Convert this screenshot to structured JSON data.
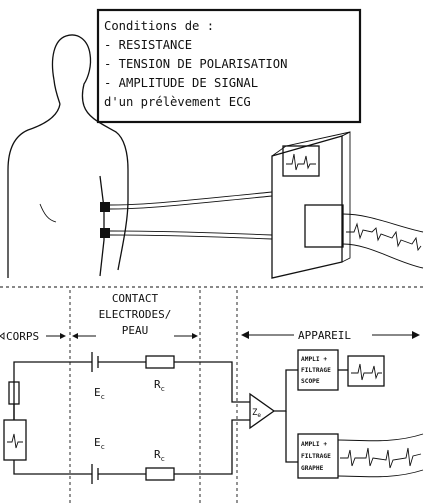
{
  "conditions_box": {
    "lines": [
      "Conditions de :",
      "- RESISTANCE",
      "- TENSION DE POLARISATION",
      "- AMPLITUDE DE SIGNAL",
      "d'un prélèvement ECG"
    ]
  },
  "schematic": {
    "corps_label": "CORPS",
    "contact_label": [
      "CONTACT",
      "ELECTRODES/",
      "PEAU"
    ],
    "appareil_label": "APPAREIL",
    "ec_label": "E",
    "ec_sub": "c",
    "rc_label": "R",
    "rc_sub": "c",
    "ze_label": "Z",
    "ze_sub": "e",
    "scope_block": [
      "AMPLI +",
      "FILTRAGE",
      "SCOPE"
    ],
    "graphe_block": [
      "AMPLI +",
      "FILTRAGE",
      "GRAPHE"
    ]
  },
  "icons": {
    "body": "human-silhouette-icon",
    "device": "ecg-monitor-icon"
  }
}
